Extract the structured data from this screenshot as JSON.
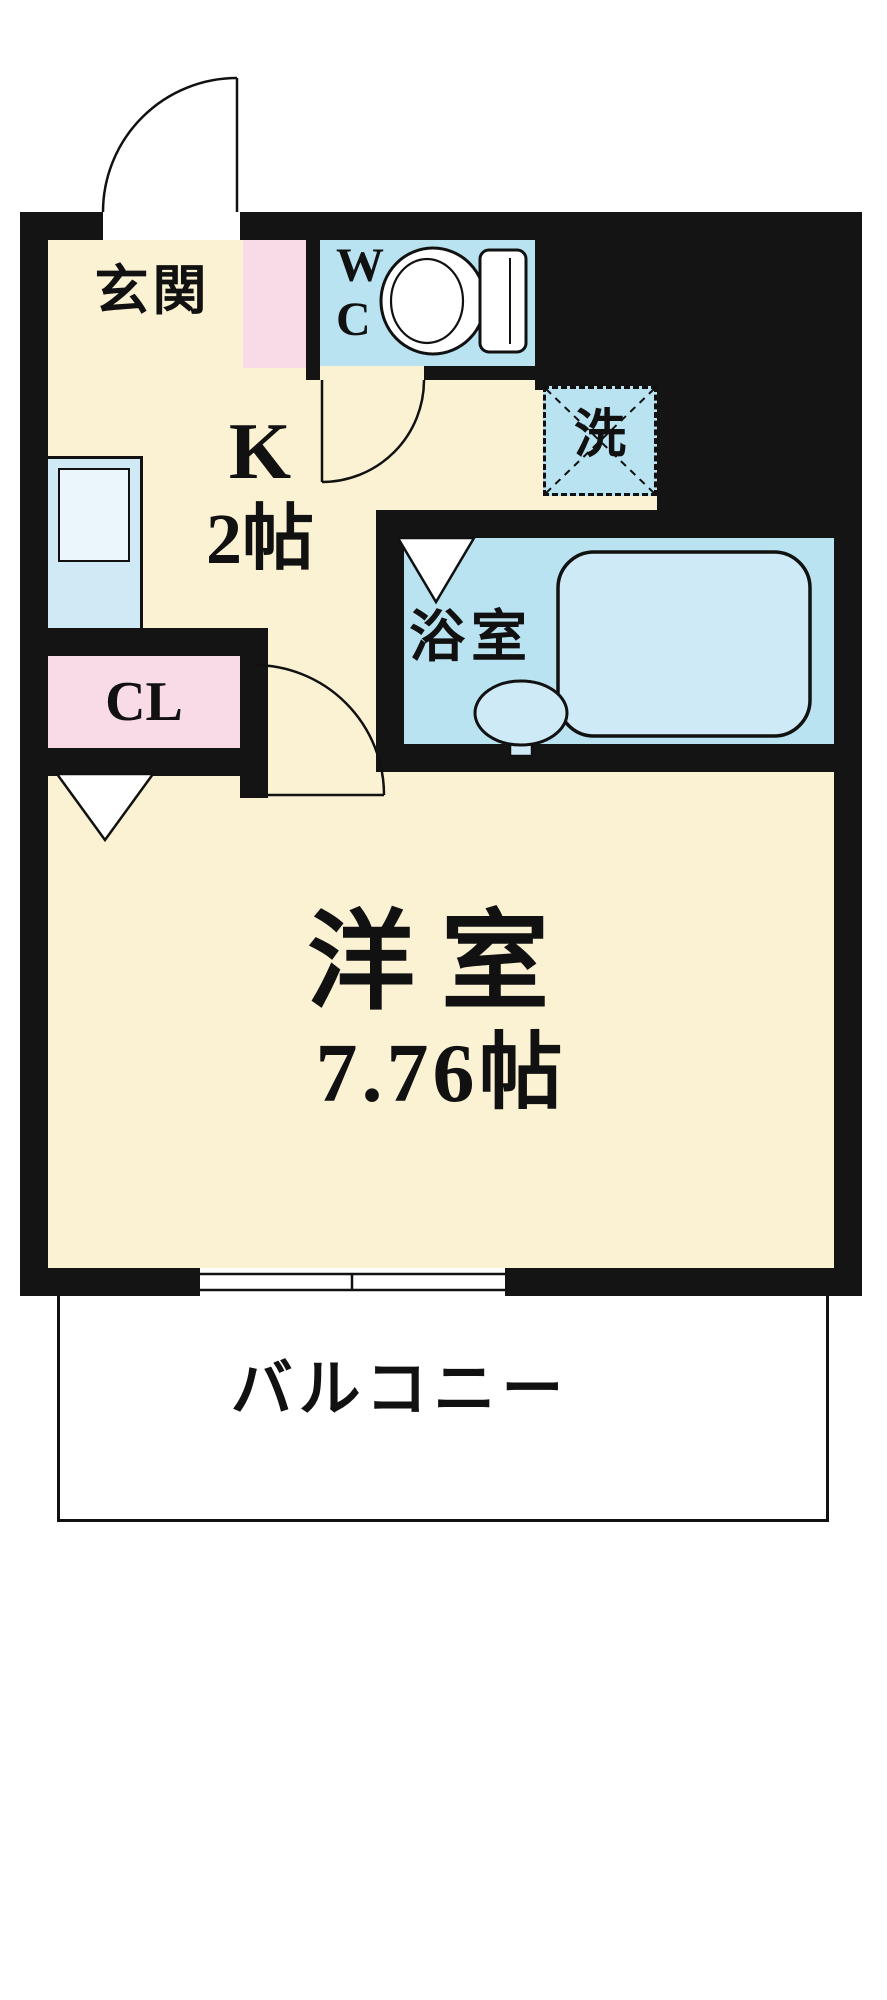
{
  "colors": {
    "wall": "#141414",
    "cream": "#fbf2d4",
    "blue": "#b9e3f1",
    "blue-light": "#cfe9f5",
    "pink": "#f9dbe8",
    "line": "#111111"
  },
  "rooms": {
    "genkan": {
      "label": "玄関"
    },
    "wc": {
      "label": "W\nC"
    },
    "kitchen": {
      "label": "K",
      "size": "2帖"
    },
    "laundry": {
      "label": "洗"
    },
    "bathroom": {
      "label": "浴室"
    },
    "closet": {
      "label": "CL"
    },
    "western_room": {
      "label": "洋室",
      "size": "7.76帖"
    },
    "balcony": {
      "label": "バルコニー"
    }
  }
}
